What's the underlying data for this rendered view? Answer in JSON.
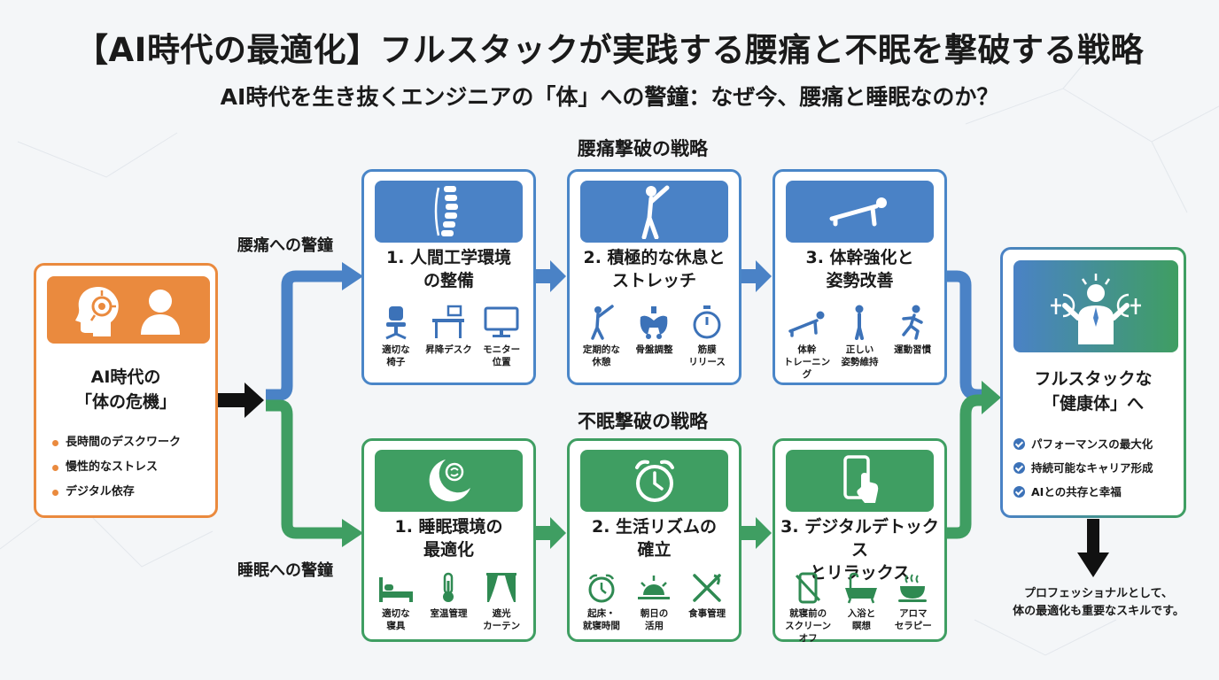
{
  "title": "【AI時代の最適化】フルスタックが実践する腰痛と不眠を撃破する戦略",
  "subtitle": "AI時代を生き抜くエンジニアの「体」への警鐘：なぜ今、腰痛と睡眠なのか？",
  "crisis": {
    "title_line1": "AI時代の",
    "title_line2": "「体の危機」",
    "items": [
      "長時間のデスクワーク",
      "慢性的なストレス",
      "デジタル依存"
    ]
  },
  "branches": {
    "back": "腰痛への警鐘",
    "sleep": "睡眠への警鐘"
  },
  "back_strategy": {
    "title": "腰痛撃破の戦略",
    "steps": [
      {
        "title_line1": "1. 人間工学環境",
        "title_line2": "の整備",
        "items": [
          {
            "label": "適切な\n椅子",
            "icon": "chair-icon"
          },
          {
            "label": "昇降デスク",
            "icon": "standing-desk-icon"
          },
          {
            "label": "モニター\n位置",
            "icon": "monitor-icon"
          }
        ]
      },
      {
        "title_line1": "2. 積極的な休息と",
        "title_line2": "ストレッチ",
        "items": [
          {
            "label": "定期的な\n休憩",
            "icon": "stretch-person-icon"
          },
          {
            "label": "骨盤調整",
            "icon": "pelvis-icon"
          },
          {
            "label": "筋膜\nリリース",
            "icon": "stopwatch-icon"
          }
        ]
      },
      {
        "title_line1": "3. 体幹強化と",
        "title_line2": "姿勢改善",
        "items": [
          {
            "label": "体幹\nトレーニング",
            "icon": "plank-icon"
          },
          {
            "label": "正しい\n姿勢維持",
            "icon": "standing-person-icon"
          },
          {
            "label": "運動習慣",
            "icon": "running-person-icon"
          }
        ]
      }
    ]
  },
  "sleep_strategy": {
    "title": "不眠撃破の戦略",
    "steps": [
      {
        "title_line1": "1. 睡眠環境の",
        "title_line2": "最適化",
        "items": [
          {
            "label": "適切な\n寝具",
            "icon": "bed-icon"
          },
          {
            "label": "室温管理",
            "icon": "thermometer-icon"
          },
          {
            "label": "遮光\nカーテン",
            "icon": "curtain-icon"
          }
        ]
      },
      {
        "title_line1": "2. 生活リズムの",
        "title_line2": "確立",
        "items": [
          {
            "label": "起床・\n就寝時間",
            "icon": "alarm-clock-icon"
          },
          {
            "label": "朝日の\n活用",
            "icon": "sunrise-icon"
          },
          {
            "label": "食事管理",
            "icon": "utensils-icon"
          }
        ]
      },
      {
        "title_line1": "3. デジタルデトックス",
        "title_line2": "とリラックス",
        "items": [
          {
            "label": "就寝前の\nスクリーンオフ",
            "icon": "phone-off-icon"
          },
          {
            "label": "入浴と\n瞑想",
            "icon": "bathtub-icon"
          },
          {
            "label": "アロマ\nセラピー",
            "icon": "aroma-cup-icon"
          }
        ]
      }
    ]
  },
  "result": {
    "title_line1": "フルスタックな",
    "title_line2": "「健康体」へ",
    "items": [
      "パフォーマンスの最大化",
      "持続可能なキャリア形成",
      "AIとの共存と幸福"
    ]
  },
  "footer": {
    "line1": "プロフェッショナルとして、",
    "line2": "体の最適化も重要なスキルです。"
  },
  "colors": {
    "blue": "#4a82c6",
    "green": "#3f9e62",
    "orange": "#ea8a3e"
  }
}
